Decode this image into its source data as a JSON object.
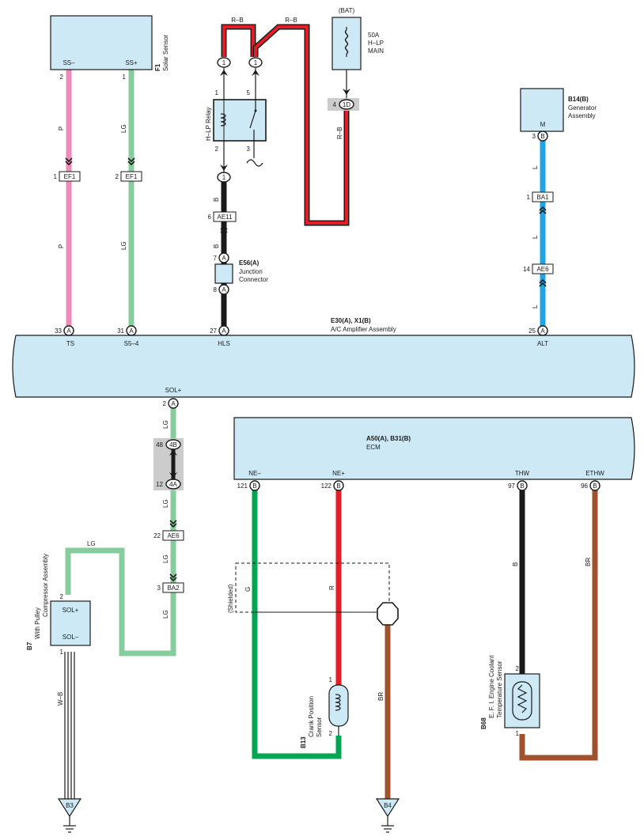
{
  "colors": {
    "box_fill": "#cde9f6",
    "wire_pink": "#f08ab8",
    "wire_lightgreen": "#86cc9c",
    "wire_black": "#1a1a1a",
    "wire_red": "#e41e26",
    "wire_blue": "#1fa4e6",
    "wire_green": "#00a651",
    "wire_brown": "#a0522d",
    "shade_gray": "#cccccc"
  },
  "solar": {
    "pin_ssm": "SS–",
    "pin_ssp": "SS+",
    "code": "F1",
    "name": "Solar Sensor",
    "pn_ssm": "2",
    "pn_ssp": "1",
    "wire_ssm": "P",
    "wire_ssp": "LG",
    "conn": "EF1",
    "cn_left": "1",
    "cn_right": "2"
  },
  "relay": {
    "rb": "R–B",
    "pin1": "1",
    "pin5": "5",
    "pin2": "2",
    "pin3": "3",
    "name": "H–LP Relay",
    "circle": "1",
    "wire_b": "B",
    "ae11": "AE11",
    "ae11_pin": "6"
  },
  "fuse": {
    "bat": "(BAT)",
    "amp": "50A",
    "name1": "H–LP",
    "name2": "MAIN",
    "j1d": "1D",
    "j1d_pin": "4",
    "wire": "R–B"
  },
  "junction": {
    "code": "E56(A)",
    "name1": "Junction",
    "name2": "Connector",
    "pin7": "7",
    "pin8": "8",
    "letter": "A"
  },
  "generator": {
    "code": "B14(B)",
    "name1": "Generator",
    "name2": "Assembly",
    "pin_m": "M",
    "pin_no": "3",
    "letter": "B",
    "wire": "L",
    "ba1": "BA1",
    "ba1_pin": "1",
    "ae6": "AE6",
    "ae6_pin": "14"
  },
  "amplifier": {
    "code": "E30(A), X1(B)",
    "name": "A/C Amplifier Assembly",
    "pins": [
      {
        "num": "33",
        "let": "A",
        "name": "TS"
      },
      {
        "num": "31",
        "let": "A",
        "name": "S5–4"
      },
      {
        "num": "27",
        "let": "A",
        "name": "HLS"
      },
      {
        "num": "25",
        "let": "A",
        "name": "ALT"
      }
    ],
    "sol_pin_name": "SOL+",
    "sol_pin_num": "2",
    "sol_let": "A"
  },
  "solwire": {
    "j4b": "4B",
    "j4b_pin": "48",
    "j4a": "4A",
    "j4a_pin": "12",
    "lg": "LG",
    "ae6": "AE6",
    "ae6_pin": "22",
    "ba2": "BA2",
    "ba2_pin": "3"
  },
  "compressor": {
    "code": "B7",
    "name1": "With Pulley",
    "name2": "Compressor Assembly",
    "solp": "SOL+",
    "solm": "SOL–",
    "pin2": "2",
    "pin1": "1",
    "wire": "W–B",
    "ground": "B3",
    "lg_top": "LG"
  },
  "ecm": {
    "code": "A50(A), B31(B)",
    "name": "ECM",
    "pins": [
      {
        "num": "121",
        "let": "B",
        "name": "NE–"
      },
      {
        "num": "122",
        "let": "B",
        "name": "NE+"
      },
      {
        "num": "97",
        "let": "B",
        "name": "THW"
      },
      {
        "num": "96",
        "let": "B",
        "name": "ETHW"
      }
    ]
  },
  "crank": {
    "code": "B13",
    "name1": "Crank Position",
    "name2": "Sensor",
    "shielded": "(Shielded)",
    "wire_g": "G",
    "wire_r": "R",
    "wire_br": "BR",
    "pin1": "1",
    "pin2": "2",
    "ground": "B4"
  },
  "coolant": {
    "code": "B68",
    "name1": "E. F. I. Engine Coolant",
    "name2": "Temperature Sensor",
    "wire_b": "B",
    "wire_br": "BR",
    "pin2": "2",
    "pin1": "1"
  }
}
